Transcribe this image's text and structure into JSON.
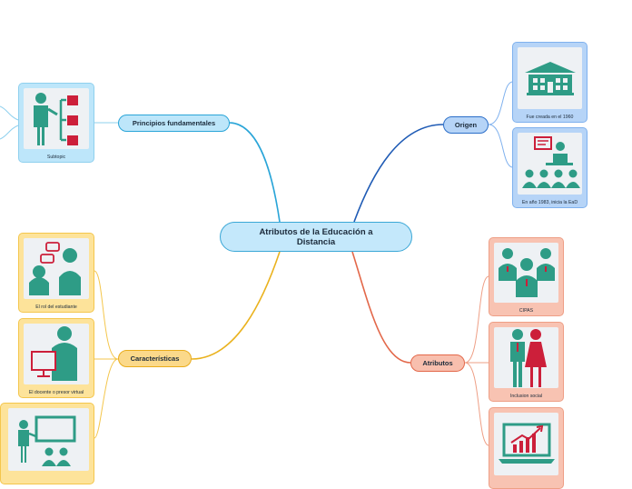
{
  "center": {
    "title": "Atributos de la Educación a Distancia"
  },
  "branches": {
    "principios": {
      "label": "Principios fundamentales"
    },
    "origen": {
      "label": "Origen"
    },
    "caracteristicas": {
      "label": "Características"
    },
    "atributos": {
      "label": "Atributos"
    }
  },
  "cards": {
    "subtopic": {
      "caption": "Subtopic"
    },
    "fue_creada": {
      "caption": "Fue creada en el 1960"
    },
    "en_ano": {
      "caption": "En año 1983, inicia la EaD"
    },
    "rol_estudiante": {
      "caption": "El rol del estudiante"
    },
    "docente": {
      "caption": "El docente o presor virtual"
    },
    "cipas": {
      "caption": "CIPAS"
    },
    "inclusion": {
      "caption": "Inclusion social"
    }
  },
  "colors": {
    "principios": "#2aa5d8",
    "origen": "#1f5bb5",
    "caracteristicas": "#eab21e",
    "atributos": "#e3684a",
    "icon_teal": "#2e9c86",
    "icon_red": "#cc1f3a"
  }
}
